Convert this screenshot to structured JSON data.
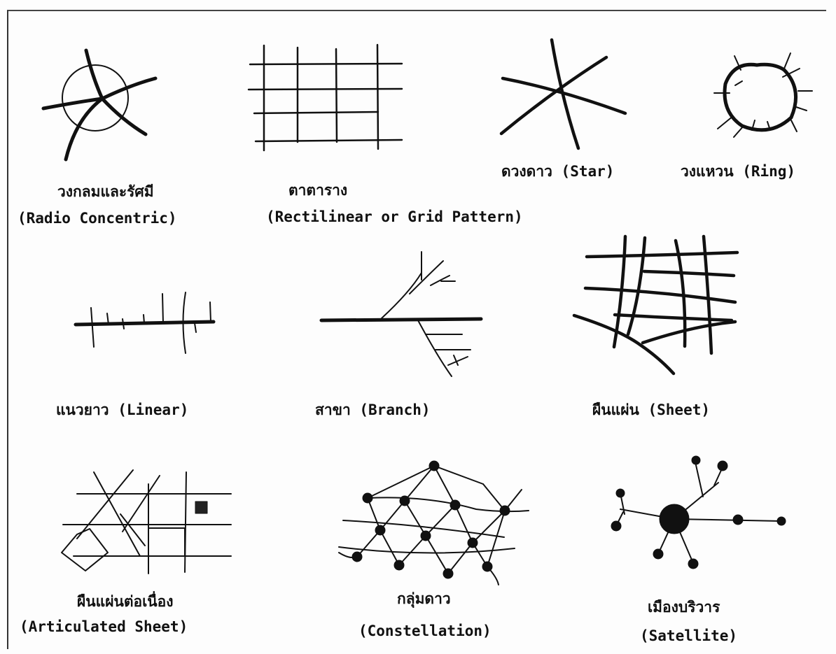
{
  "patterns": {
    "radio": {
      "thai": "วงกลมและรัศมี",
      "english": "(Radio Concentric)"
    },
    "grid": {
      "thai": "ตาตาราง",
      "english": "(Rectilinear or Grid Pattern)"
    },
    "star": {
      "label": "ดวงดาว (Star)"
    },
    "ring": {
      "label": "วงแหวน (Ring)"
    },
    "linear": {
      "label": "แนวยาว (Linear)"
    },
    "branch": {
      "label": "สาขา  (Branch)"
    },
    "sheet": {
      "label": "ผืนแผ่น (Sheet)"
    },
    "articulated": {
      "thai": "ผืนแผ่นต่อเนื่อง",
      "english": "(Articulated Sheet)"
    },
    "constellation": {
      "thai": "กลุ่มดาว",
      "english": "(Constellation)"
    },
    "satellite": {
      "thai": "เมืองบริวาร",
      "english": "(Satellite)"
    }
  }
}
